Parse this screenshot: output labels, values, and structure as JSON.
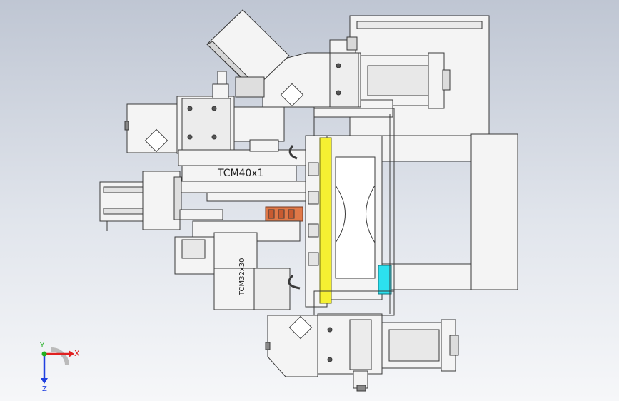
{
  "drawing": {
    "part_labels": {
      "cylinder_left": "TCM40x1",
      "cylinder_bottom": "TCM32x30"
    }
  },
  "triad": {
    "x_label": "X",
    "y_label": "Y",
    "z_label": "Z",
    "colors": {
      "x": "#e02020",
      "y": "#20b020",
      "z": "#2040e0"
    }
  },
  "colors": {
    "part_fill": "#f4f4f4",
    "part_stroke": "#3a3a3a",
    "accent_yellow": "#f5f032",
    "accent_cyan": "#2ce0ee",
    "accent_orange": "#e0784a"
  }
}
